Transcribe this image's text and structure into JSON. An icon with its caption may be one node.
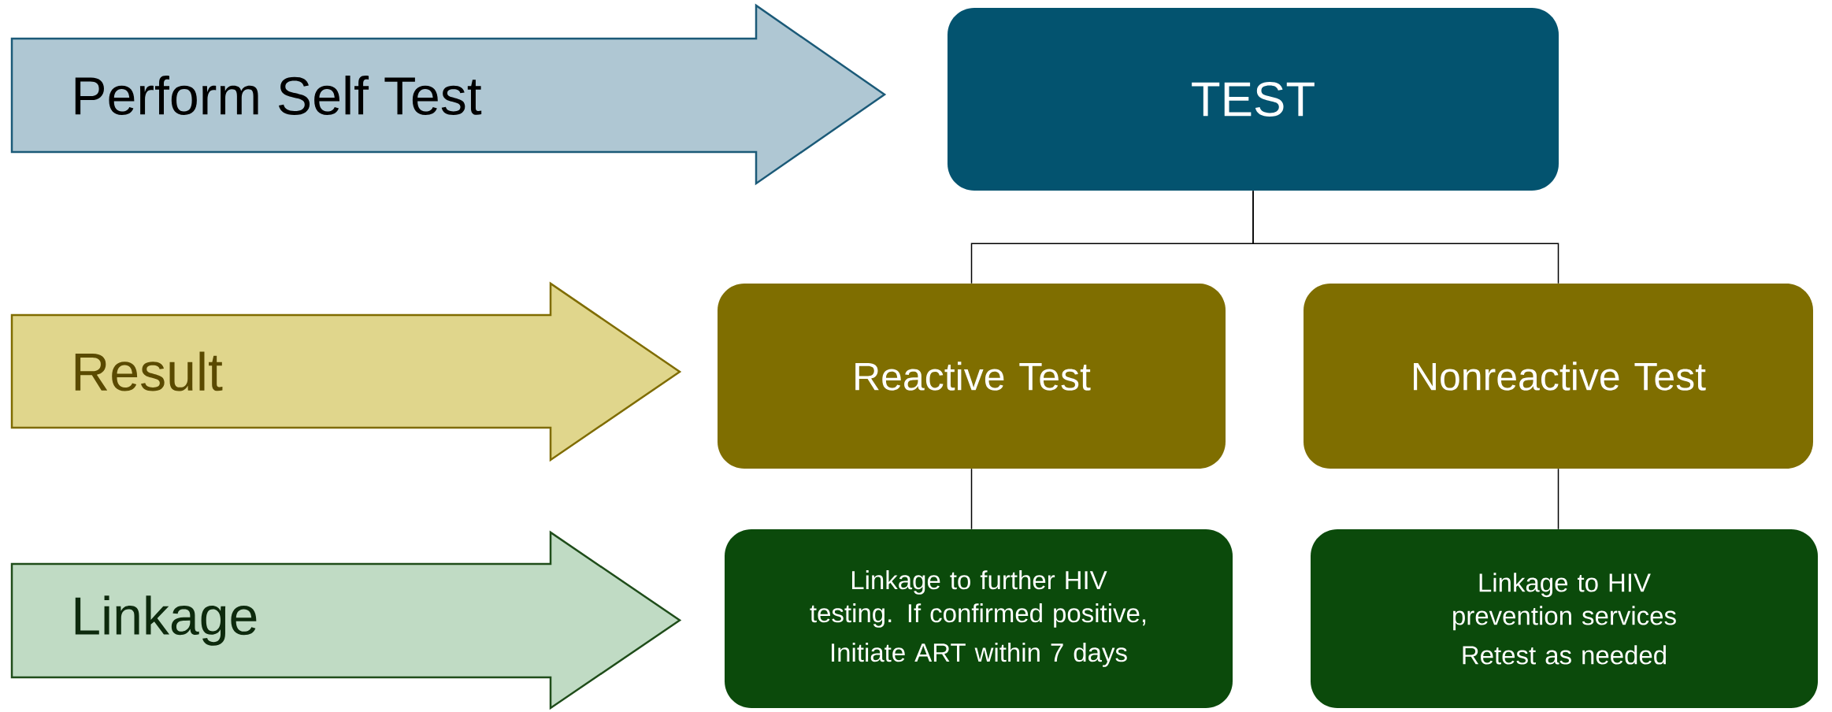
{
  "diagram": {
    "nodes": [
      {
        "text": [
          "Perform Self Test"
        ]
      },
      {
        "text": [
          "TEST"
        ]
      },
      {
        "text": [
          "Result"
        ]
      },
      {
        "text": [
          "Reactive Test"
        ]
      },
      {
        "text": [
          "Nonreactive Test"
        ]
      },
      {
        "text": [
          "Linkage"
        ]
      },
      {
        "text": [
          "Linkage to further HIV testing. If confirmed positive,",
          "Initiate ART within 7 days"
        ]
      },
      {
        "text": [
          "Linkage to HIV prevention services",
          "Retest as needed"
        ]
      }
    ],
    "edges": [
      {
        "from": 1,
        "to": 3,
        "arrow": "none"
      },
      {
        "from": 1,
        "to": 4,
        "arrow": "none"
      },
      {
        "from": 3,
        "to": 6,
        "arrow": "none"
      },
      {
        "from": 4,
        "to": 7,
        "arrow": "none"
      }
    ]
  }
}
